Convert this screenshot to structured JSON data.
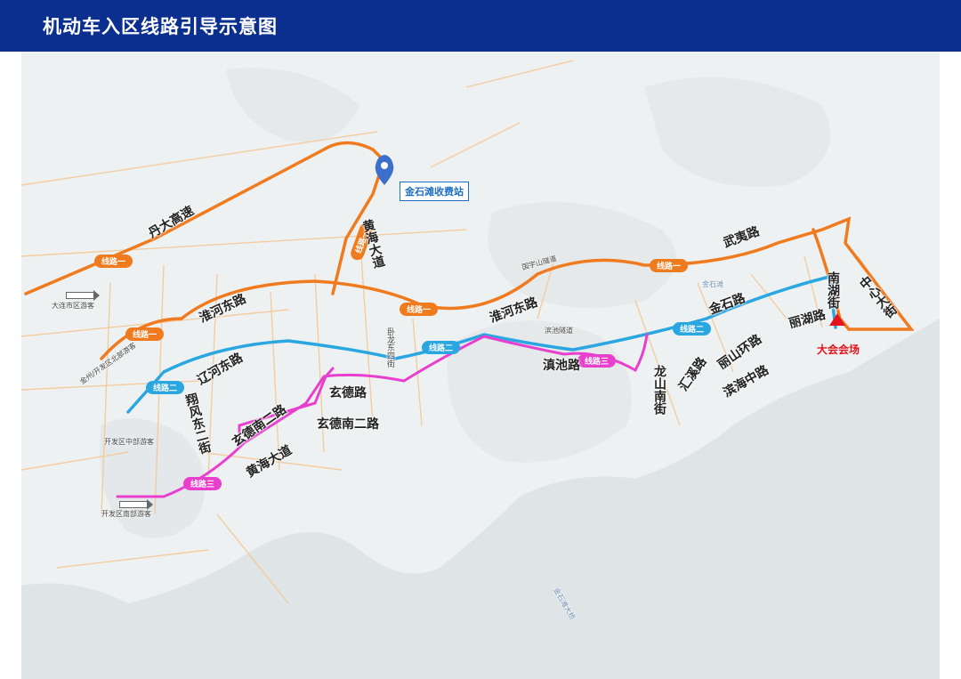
{
  "header": {
    "title": "机动车入区线路引导示意图"
  },
  "route_tags": {
    "line1": "线路一",
    "line2": "线路二",
    "line3": "线路三"
  },
  "toll": {
    "label": "金石滩收费站"
  },
  "venue": {
    "label": "大会会场"
  },
  "roads": {
    "danda": "丹大高速",
    "huanghai_north": "黄海大道",
    "huaihe_west": "淮河东路",
    "huaihe_east": "淮河东路",
    "liaohe": "辽河东路",
    "xiangfeng": "翔风东二街",
    "xuande_south2_west": "玄德南二路",
    "xuande": "玄德路",
    "xuande_south2": "玄德南二路",
    "huanghai_south": "黄海大道",
    "wolong": "卧龙东四街",
    "dianchi": "滇池路",
    "longshan": "龙山南街",
    "wuyi": "武夷路",
    "jinshi": "金石路",
    "huixi": "汇溪路",
    "lishan_huan": "丽山环路",
    "binhai_zhong": "滨海中路",
    "lihu": "丽湖路",
    "nanhu": "南湖街",
    "zhongxin": "中心大街"
  },
  "small_labels": {
    "dalian_entry": "大连市区游客",
    "jinzhou_entry": "金州/开发区北部游客",
    "kaifa_mid_entry": "开发区中部游客",
    "kaifa_south_entry": "开发区南部游客",
    "tunnel1": "滨池隧道",
    "tunnel2": "国宇山隧道",
    "jinshitan": "金石滩",
    "shoal": "金石滩大桥"
  },
  "colors": {
    "header": "#0b2f8f",
    "line1": "#f07a1e",
    "line2": "#2aa6e0",
    "line3": "#e83fcf",
    "venue": "#e3141b",
    "water": "#dde3e6",
    "land": "#eef1f2",
    "road": "#f3c998"
  }
}
